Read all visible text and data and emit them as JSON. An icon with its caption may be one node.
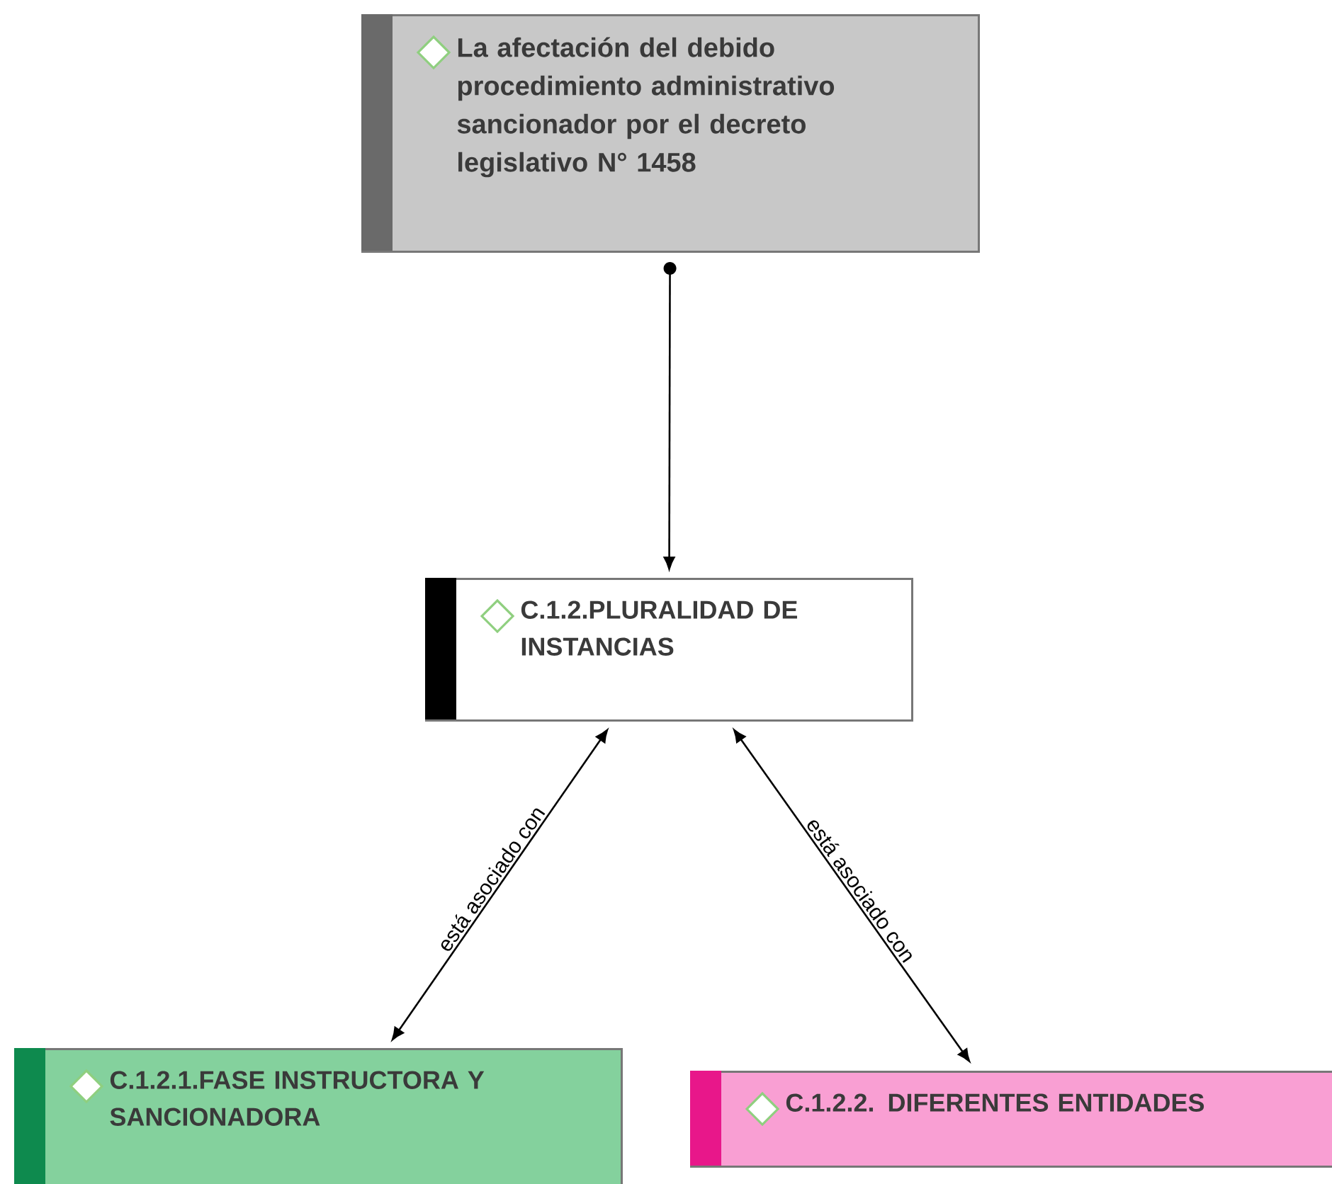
{
  "diagram": {
    "nodes": [
      {
        "text": [
          "La afectación del debido procedimiento administrativo sancionador por el decreto legislativo N° 1458"
        ]
      },
      {
        "text": [
          "C.1.2.PLURALIDAD DE INSTANCIAS"
        ]
      },
      {
        "text": [
          "C.1.2.1.FASE INSTRUCTORA Y SANCIONADORA"
        ]
      },
      {
        "text": [
          "C.1.2.2. DIFERENTES ENTIDADES"
        ]
      }
    ],
    "edges": [
      {
        "from": 0,
        "to": 1,
        "arrow": "to"
      },
      {
        "from": 1,
        "to": 2,
        "arrow": "both",
        "label": "está asociado con"
      },
      {
        "from": 1,
        "to": 3,
        "arrow": "both",
        "label": "está asociado con"
      }
    ]
  }
}
